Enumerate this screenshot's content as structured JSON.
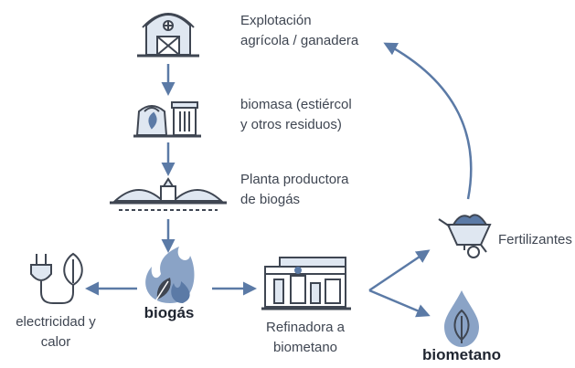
{
  "colors": {
    "accent": "#5b7aa6",
    "accent_light": "#8aa3c6",
    "icon_line": "#3f4652",
    "text": "#3f4652"
  },
  "nodes": {
    "farm": {
      "label": "Explotación\nagrícola / ganadera",
      "icon": "barn-icon"
    },
    "biomass": {
      "label": "biomasa (estiércol\ny otros residuos)",
      "icon": "biomass-bins-icon"
    },
    "plant": {
      "label": "Planta productora\nde biogás",
      "icon": "biogas-plant-icon"
    },
    "biogas": {
      "label": "biogás",
      "icon": "flame-leaf-icon"
    },
    "electricity": {
      "label": "electricidad y\ncalor",
      "icon": "plug-leaf-icon"
    },
    "refinery": {
      "label": "Refinadora a\nbiometano",
      "icon": "refinery-icon"
    },
    "fertilizer": {
      "label": "Fertilizantes",
      "icon": "wheelbarrow-icon"
    },
    "biomethane": {
      "label": "biometano",
      "icon": "leaf-drop-icon"
    }
  }
}
